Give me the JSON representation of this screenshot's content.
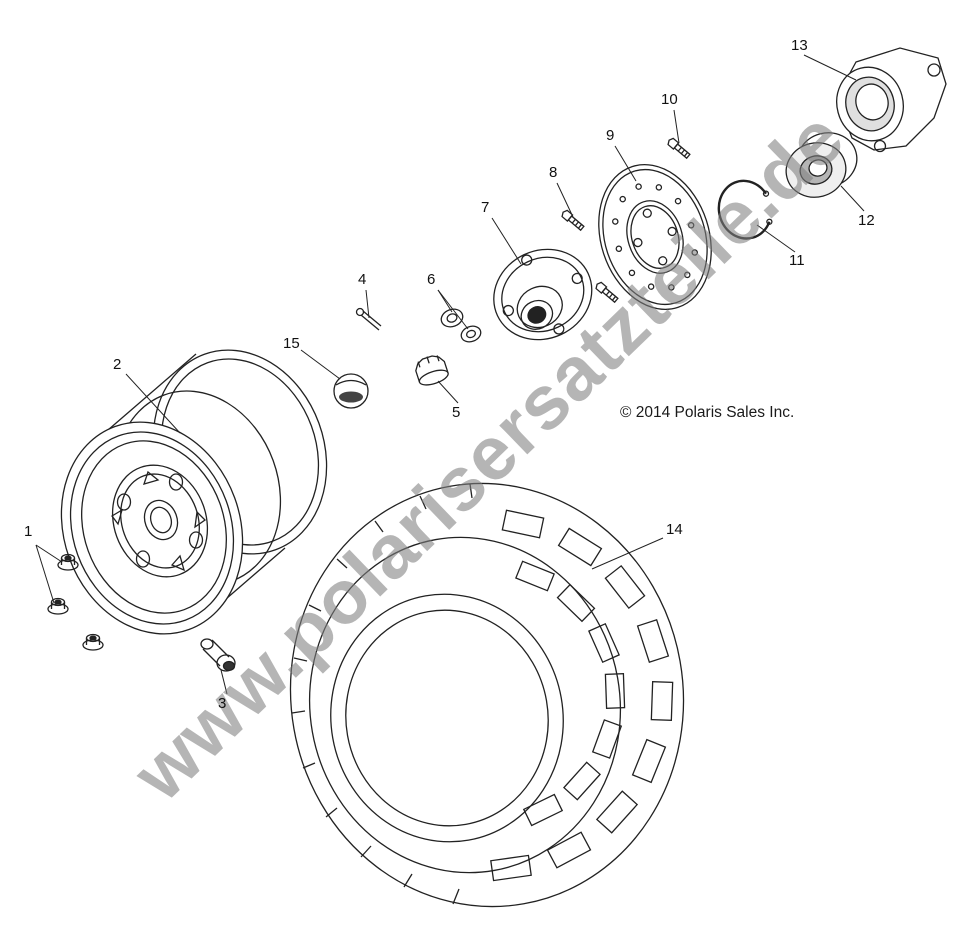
{
  "diagram": {
    "watermark": "www.polarisersatzteile.de",
    "copyright": "© 2014 Polaris Sales Inc.",
    "callouts": [
      "1",
      "2",
      "3",
      "4",
      "5",
      "6",
      "7",
      "8",
      "9",
      "10",
      "11",
      "12",
      "13",
      "14",
      "15"
    ]
  }
}
